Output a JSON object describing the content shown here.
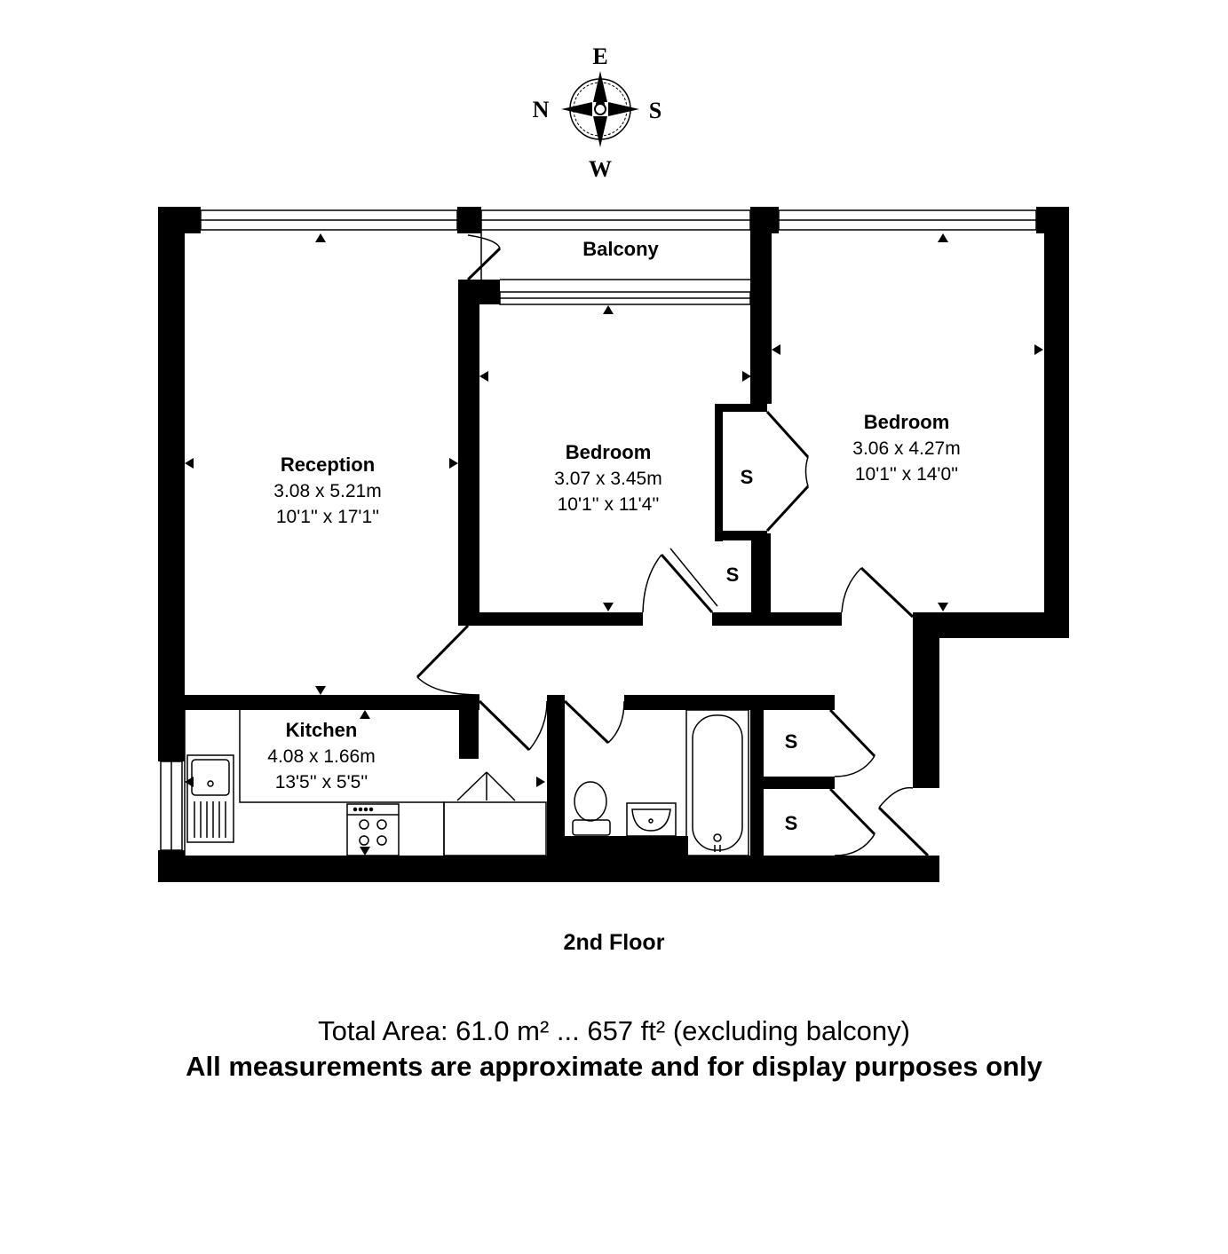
{
  "compass": {
    "top": "E",
    "left": "N",
    "right": "S",
    "bottom": "W"
  },
  "rooms": {
    "reception": {
      "name": "Reception",
      "metric": "3.08 x 5.21m",
      "imperial": "10'1'' x 17'1''"
    },
    "bedroom_mid": {
      "name": "Bedroom",
      "metric": "3.07 x 3.45m",
      "imperial": "10'1'' x 11'4''"
    },
    "bedroom_right": {
      "name": "Bedroom",
      "metric": "3.06 x 4.27m",
      "imperial": "10'1'' x 14'0''"
    },
    "kitchen": {
      "name": "Kitchen",
      "metric": "4.08 x 1.66m",
      "imperial": "13'5'' x 5'5''"
    },
    "balcony": {
      "name": "Balcony"
    }
  },
  "stores": [
    "S",
    "S",
    "S",
    "S"
  ],
  "floor_label": "2nd Floor",
  "total_area": "Total Area: 61.0 m² ... 657 ft² (excluding balcony)",
  "disclaimer": "All measurements are approximate and for display purposes only"
}
